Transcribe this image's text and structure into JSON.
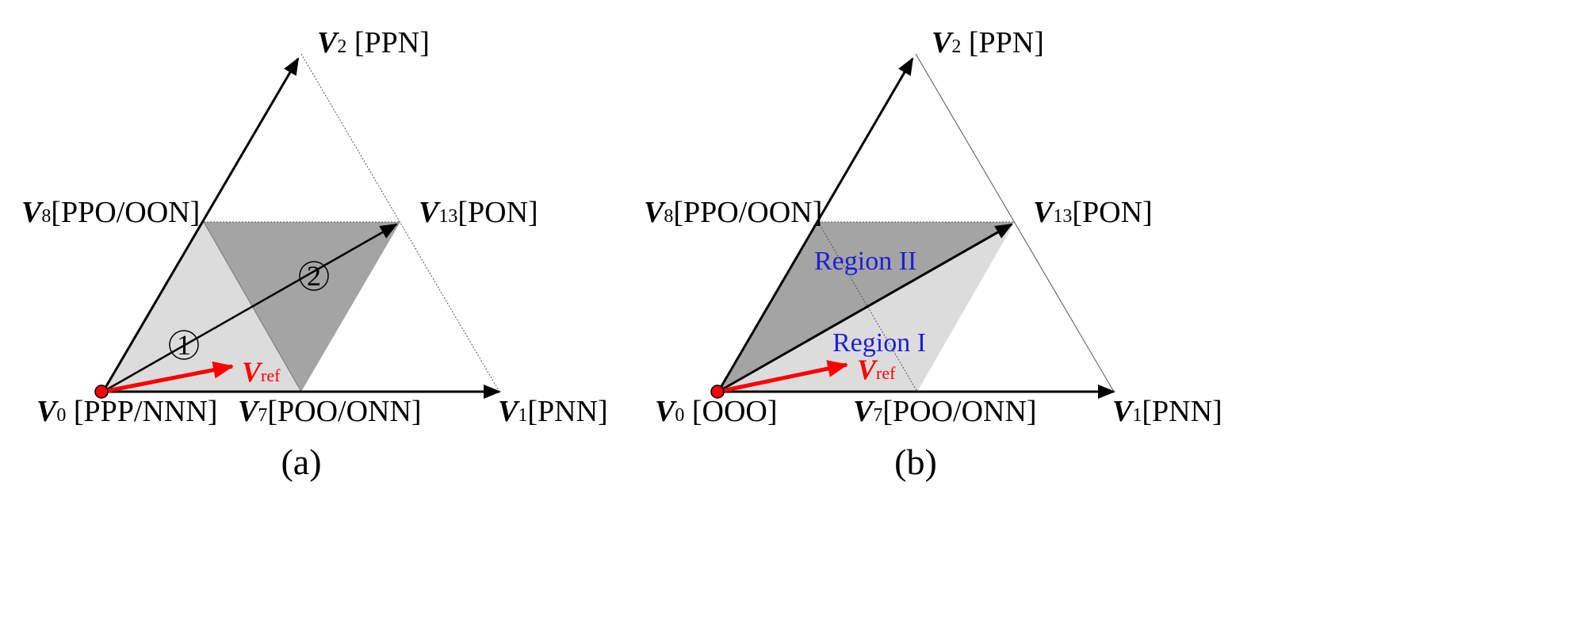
{
  "panel_a": {
    "caption": "(a)",
    "v2": {
      "sym": "V",
      "sub": "2",
      "code": " [PPN]"
    },
    "v8": {
      "sym": "V",
      "sub": "8",
      "code": "[PPO/OON]"
    },
    "v13": {
      "sym": "V",
      "sub": "13",
      "code": "[PON]"
    },
    "v0": {
      "sym": "V",
      "sub": "0",
      "code": " [PPP/NNN]"
    },
    "v7": {
      "sym": "V",
      "sub": "7",
      "code": "[POO/ONN]"
    },
    "v1": {
      "sym": "V",
      "sub": "1",
      "code": "[PNN]"
    },
    "vref": {
      "sym": "V",
      "sub": "ref"
    },
    "step1": "1",
    "step2": "2"
  },
  "panel_b": {
    "caption": "(b)",
    "v2": {
      "sym": "V",
      "sub": "2",
      "code": " [PPN]"
    },
    "v8": {
      "sym": "V",
      "sub": "8",
      "code": "[PPO/OON]"
    },
    "v13": {
      "sym": "V",
      "sub": "13",
      "code": "[PON]"
    },
    "v0": {
      "sym": "V",
      "sub": "0",
      "code": " [OOO]"
    },
    "v7": {
      "sym": "V",
      "sub": "7",
      "code": "[POO/ONN]"
    },
    "v1": {
      "sym": "V",
      "sub": "1",
      "code": "[PNN]"
    },
    "vref": {
      "sym": "V",
      "sub": "ref"
    },
    "region1": "Region I",
    "region2": "Region II"
  },
  "colors": {
    "light_gray": "#dcdcdc",
    "dark_gray": "#a4a4a4",
    "vref_red": "#ff0000",
    "region_blue": "#1f1fd6"
  }
}
